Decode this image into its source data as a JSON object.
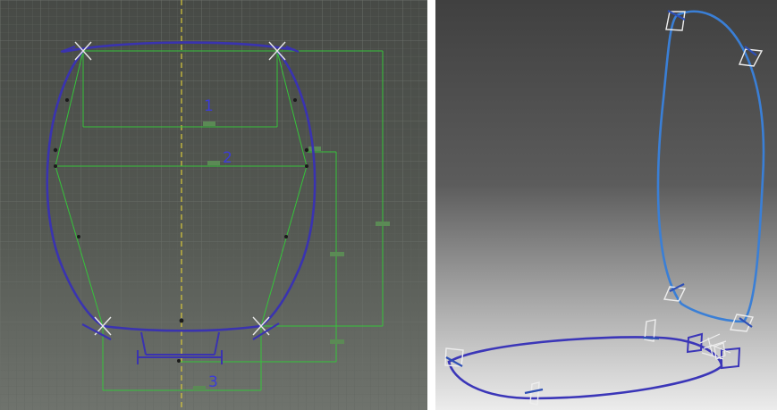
{
  "left_view": {
    "annotations": {
      "label_1": "1",
      "label_2": "2",
      "label_3": "3"
    }
  },
  "colors": {
    "sketch_curve": "#3a33b0",
    "dimension_lines": "#35c43a",
    "center_axis": "#d8c83a",
    "spline_3d": "#3a7fd6",
    "plane_markers": "#e8e8e8"
  },
  "icons": [
    "plane-marker-icon",
    "constraint-marker-icon"
  ]
}
